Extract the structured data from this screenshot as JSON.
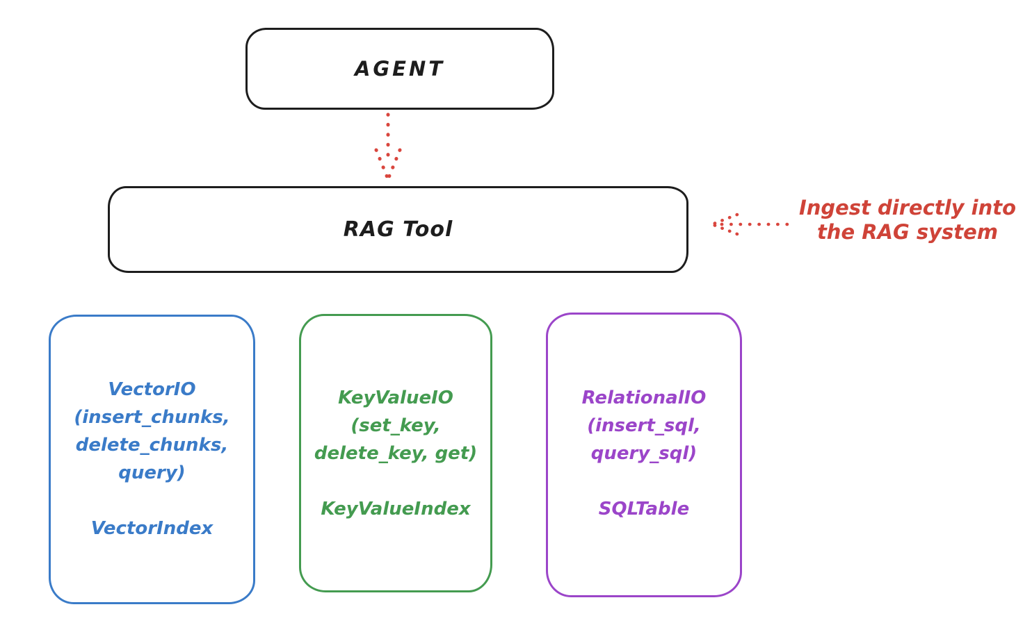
{
  "diagram": {
    "agent": {
      "label": "AGENT"
    },
    "rag_tool": {
      "label": "RAG Tool"
    },
    "annotation": {
      "line1": "Ingest directly into",
      "line2": "the RAG system"
    },
    "nodes": [
      {
        "id": "vector-io",
        "title": "VectorIO",
        "methods": [
          "(insert_chunks,",
          "delete_chunks,",
          "query)"
        ],
        "index_label": "VectorIndex",
        "color": "#3a7bc8"
      },
      {
        "id": "keyvalue-io",
        "title": "KeyValueIO",
        "methods": [
          "(set_key,",
          "delete_key, get)"
        ],
        "index_label": "KeyValueIndex",
        "color": "#449b50"
      },
      {
        "id": "relational-io",
        "title": "RelationalIO",
        "methods": [
          "(insert_sql,",
          "query_sql)"
        ],
        "index_label": "SQLTable",
        "color": "#9b45c9"
      }
    ],
    "colors": {
      "stroke": "#1d1d1d",
      "accent_red": "#cf4338",
      "blue": "#3a7bc8",
      "green": "#449b50",
      "purple": "#9b45c9"
    },
    "arrows": [
      {
        "id": "agent-to-ragtool",
        "style": "dotted",
        "direction": "down",
        "color": "#d9463e"
      },
      {
        "id": "annotation-to-ragtool",
        "style": "dotted",
        "direction": "left",
        "color": "#d9463e"
      }
    ]
  }
}
